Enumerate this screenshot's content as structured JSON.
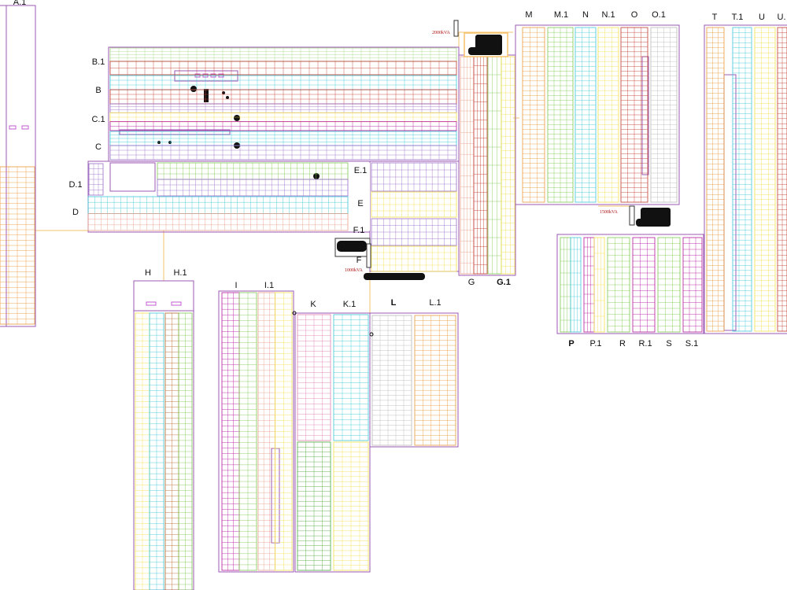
{
  "colors": {
    "frame": "#9b59b6",
    "feeder": "#f5c26b",
    "panel_fill": "#f3eaf8",
    "equipment": "#111111",
    "kva_text": "#b01515"
  },
  "labels": {
    "a1": "A.1",
    "b1": "B.1",
    "b": "B",
    "c1": "C.1",
    "c": "C",
    "d1": "D.1",
    "d": "D",
    "e1": "E.1",
    "e": "E",
    "f1": "F.1",
    "f": "F",
    "g": "G",
    "g1": "G.1",
    "h": "H",
    "h1": "H.1",
    "i": "I",
    "i1": "I.1",
    "k": "K",
    "k1": "K.1",
    "l": "L",
    "l1": "L.1",
    "m": "M",
    "m1": "M.1",
    "n": "N",
    "n1": "N.1",
    "o": "O",
    "o1": "O.1",
    "p": "P",
    "p1": "P.1",
    "r": "R",
    "r1": "R.1",
    "s": "S",
    "s1": "S.1",
    "t": "T",
    "t1": "T.1",
    "u": "U",
    "u1": "U."
  },
  "transformers": {
    "t1": "2000kVA",
    "t2": "1500kVA",
    "t3": "1000kVA"
  }
}
